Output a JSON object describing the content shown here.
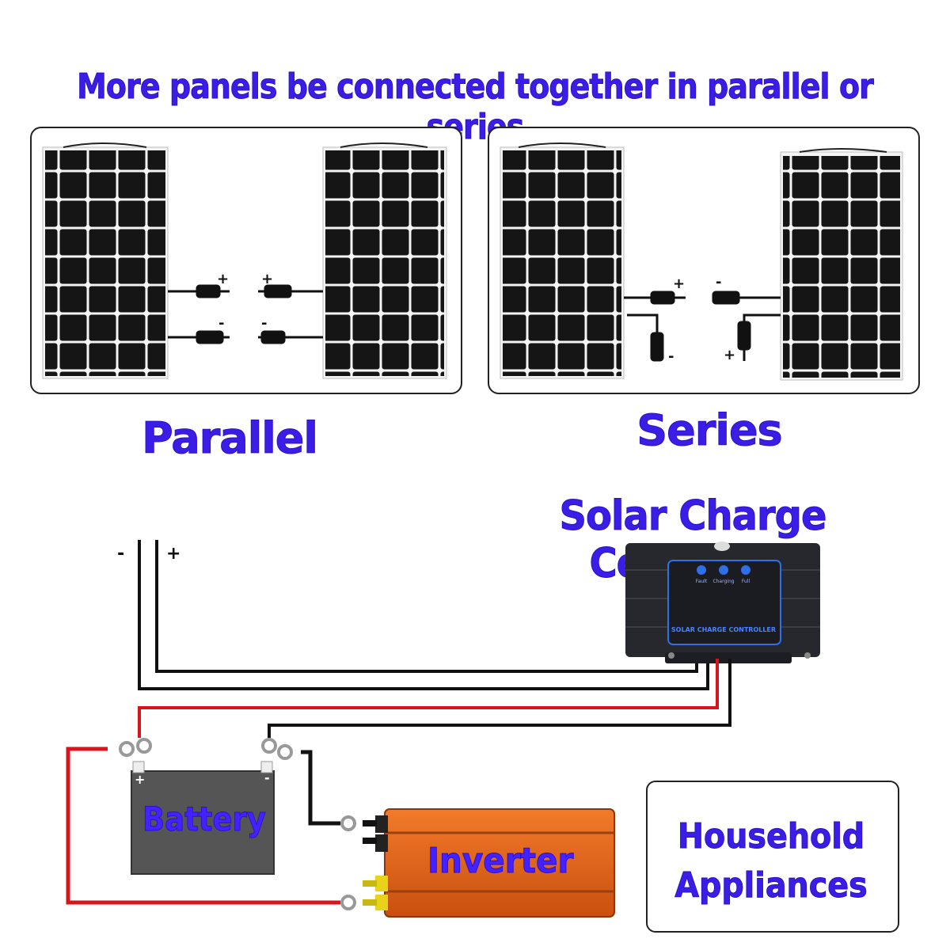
{
  "titles": {
    "main": "More panels be connected together in parallel or series",
    "parallel": "Parallel",
    "series": "Series",
    "controller": "Solar Charge Controller"
  },
  "parallel_connectors": {
    "plus_top_left": "+",
    "plus_top_right": "+",
    "minus_bottom_left": "-",
    "minus_bottom_right": "-"
  },
  "series_connectors": {
    "plus_top": "+",
    "minus_bottom_left": "-",
    "minus_top_right": "-",
    "plus_bottom_right": "+"
  },
  "wires": {
    "minus": "-",
    "plus": "+"
  },
  "controller": {
    "panel_label": "SOLAR CHARGE CONTROLLER",
    "indicators": [
      "Fault",
      "Charging",
      "Full"
    ],
    "body_color": "#26282e",
    "led_color": "#2f6fe8"
  },
  "battery": {
    "label": "Battery",
    "plus": "+",
    "minus": "-",
    "color": "#555555"
  },
  "inverter": {
    "label": "Inverter",
    "color": "#e8651e"
  },
  "household": {
    "line1": "Household",
    "line2": "Appliances"
  },
  "colors": {
    "title_blue": "#3a1ee6",
    "red_wire": "#d8141c",
    "black_wire": "#111111"
  }
}
